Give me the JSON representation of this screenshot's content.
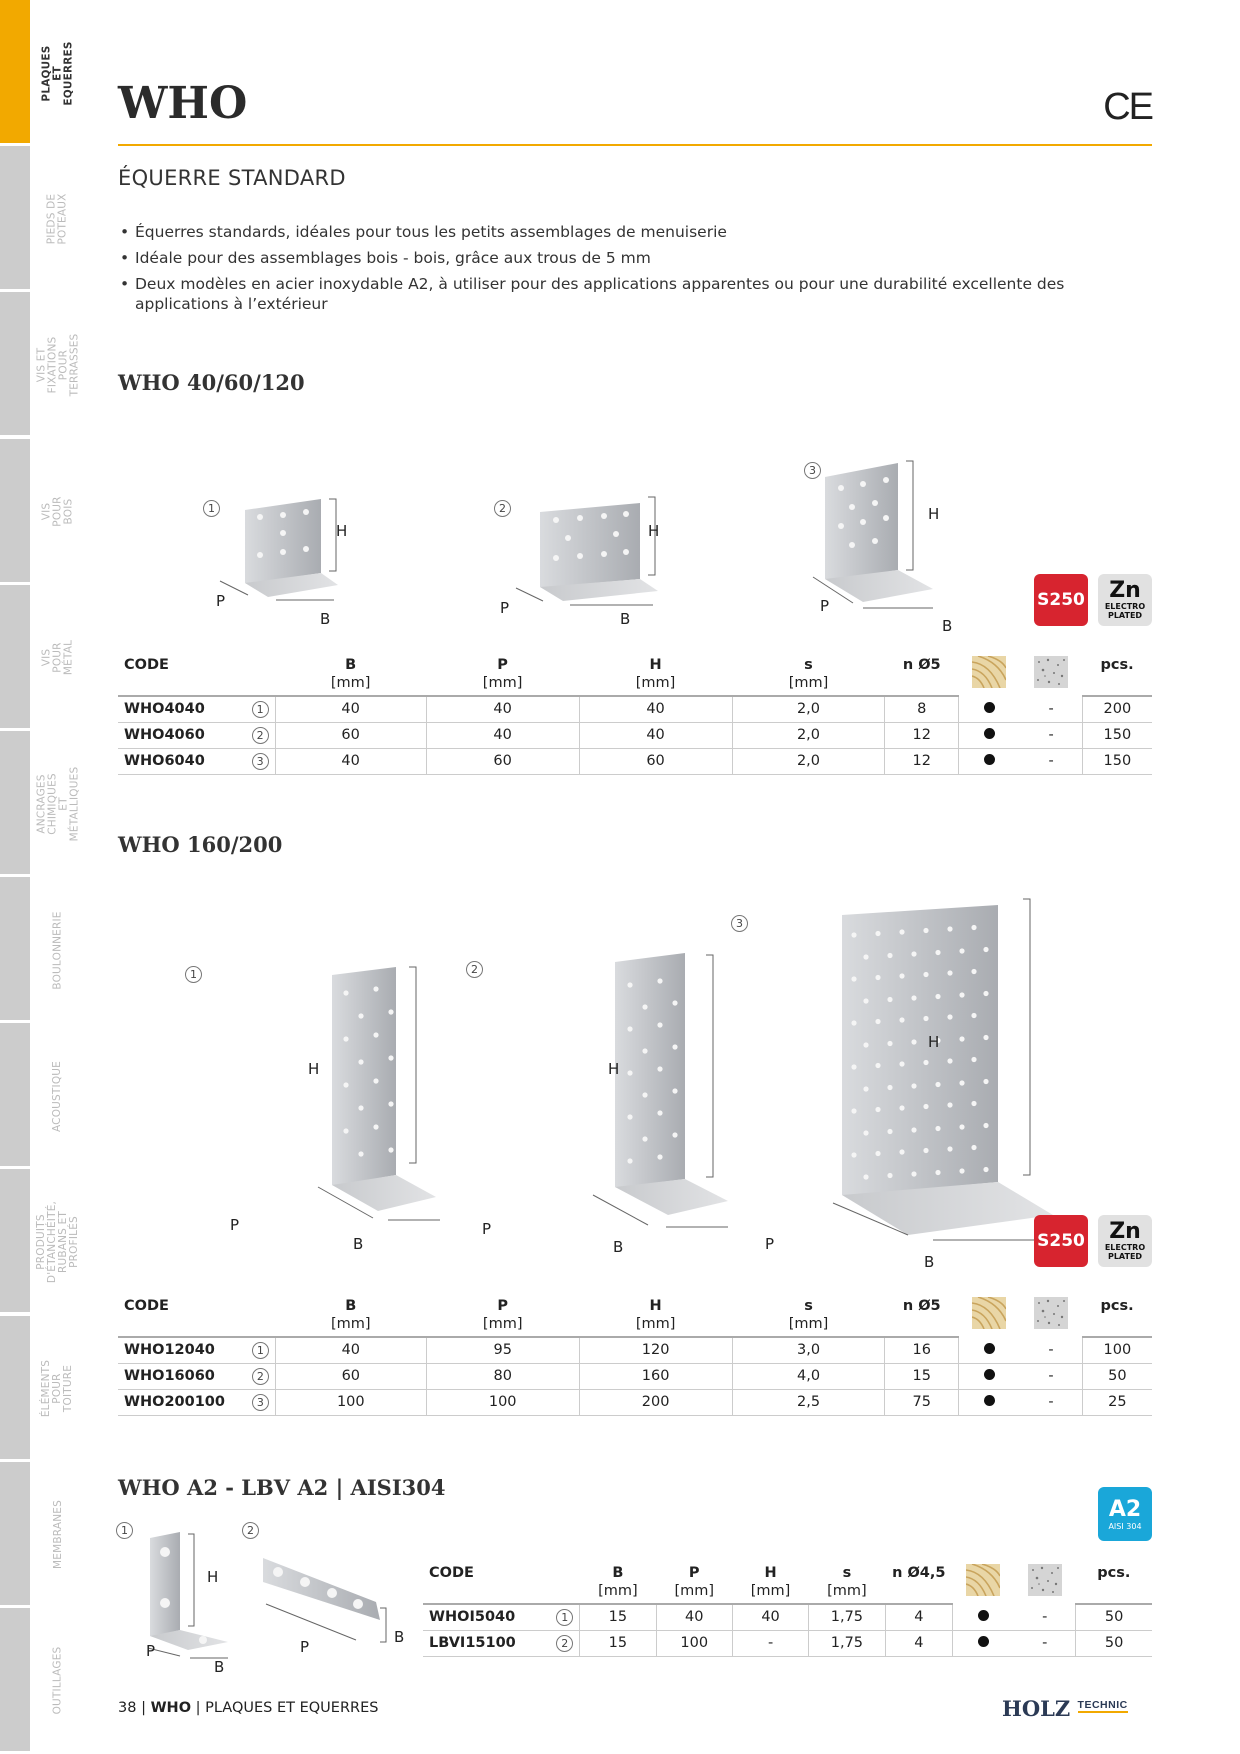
{
  "sidebar": [
    {
      "label": "PLAQUES ET EQUERRES",
      "active": true
    },
    {
      "label": "PIEDS DE POTEAUX"
    },
    {
      "label": "VIS ET FIXATIONS POUR TERRASSES"
    },
    {
      "label": "VIS POUR BOIS"
    },
    {
      "label": "VIS POUR MÉTAL"
    },
    {
      "label": "ANCRAGES CHIMIQUES ET MÉTALLIQUES"
    },
    {
      "label": "BOULONNERIE"
    },
    {
      "label": "ACOUSTIQUE"
    },
    {
      "label": "PRODUITS D'ÉTANCHÉITÉ, RUBANS ET PROFILÉS"
    },
    {
      "label": "ÉLÉMENTS POUR TOITURE"
    },
    {
      "label": "MEMBRANES"
    },
    {
      "label": "OUTILLAGES"
    }
  ],
  "header": {
    "title": "WHO",
    "ce": "CE",
    "subtitle": "ÉQUERRE STANDARD"
  },
  "bullets": [
    "Équerres standards, idéales pour tous les petits assemblages de menuiserie",
    "Idéale pour des assemblages bois - bois, grâce aux trous de 5 mm",
    "Deux modèles en acier inoxydable A2, à utiliser pour des applications apparentes ou pour une durabilité excellente des applications à l’extérieur"
  ],
  "badges": {
    "s250": "S250",
    "zn": "Zn",
    "zn_sub1": "ELECTRO",
    "zn_sub2": "PLATED",
    "a2": "A2",
    "a2_sub": "AISI 304"
  },
  "dims": {
    "b": "B",
    "p": "P",
    "h": "H"
  },
  "section1": {
    "title": "WHO 40/60/120",
    "headers": [
      "CODE",
      "B",
      "P",
      "H",
      "s",
      "n Ø5",
      "",
      "",
      "pcs."
    ],
    "units": [
      "",
      "[mm]",
      "[mm]",
      "[mm]",
      "[mm]",
      "",
      "",
      "",
      ""
    ],
    "rows": [
      {
        "code": "WHO4040",
        "n": "1",
        "b": "40",
        "p": "40",
        "h": "40",
        "s": "2,0",
        "holes": "8",
        "c1": "●",
        "c2": "-",
        "pcs": "200"
      },
      {
        "code": "WHO4060",
        "n": "2",
        "b": "60",
        "p": "40",
        "h": "40",
        "s": "2,0",
        "holes": "12",
        "c1": "●",
        "c2": "-",
        "pcs": "150"
      },
      {
        "code": "WHO6040",
        "n": "3",
        "b": "40",
        "p": "60",
        "h": "60",
        "s": "2,0",
        "holes": "12",
        "c1": "●",
        "c2": "-",
        "pcs": "150"
      }
    ]
  },
  "section2": {
    "title": "WHO 160/200",
    "headers": [
      "CODE",
      "B",
      "P",
      "H",
      "s",
      "n Ø5",
      "",
      "",
      "pcs."
    ],
    "units": [
      "",
      "[mm]",
      "[mm]",
      "[mm]",
      "[mm]",
      "",
      "",
      "",
      ""
    ],
    "rows": [
      {
        "code": "WHO12040",
        "n": "1",
        "b": "40",
        "p": "95",
        "h": "120",
        "s": "3,0",
        "holes": "16",
        "c1": "●",
        "c2": "-",
        "pcs": "100"
      },
      {
        "code": "WHO16060",
        "n": "2",
        "b": "60",
        "p": "80",
        "h": "160",
        "s": "4,0",
        "holes": "15",
        "c1": "●",
        "c2": "-",
        "pcs": "50"
      },
      {
        "code": "WHO200100",
        "n": "3",
        "b": "100",
        "p": "100",
        "h": "200",
        "s": "2,5",
        "holes": "75",
        "c1": "●",
        "c2": "-",
        "pcs": "25"
      }
    ]
  },
  "section3": {
    "title": "WHO A2 - LBV A2 | AISI304",
    "headers": [
      "CODE",
      "B",
      "P",
      "H",
      "s",
      "n Ø4,5",
      "",
      "",
      "pcs."
    ],
    "units": [
      "",
      "[mm]",
      "[mm]",
      "[mm]",
      "[mm]",
      "",
      "",
      "",
      ""
    ],
    "rows": [
      {
        "code": "WHOI5040",
        "n": "1",
        "b": "15",
        "p": "40",
        "h": "40",
        "s": "1,75",
        "holes": "4",
        "c1": "●",
        "c2": "-",
        "pcs": "50"
      },
      {
        "code": "LBVI15100",
        "n": "2",
        "b": "15",
        "p": "100",
        "h": "-",
        "s": "1,75",
        "holes": "4",
        "c1": "●",
        "c2": "-",
        "pcs": "50"
      }
    ]
  },
  "footer": {
    "page": "38",
    "sep": "|",
    "section": "WHO",
    "chapter": "PLAQUES ET EQUERRES",
    "brand": "HOLZ",
    "brand_sub": "TECHNIC"
  }
}
